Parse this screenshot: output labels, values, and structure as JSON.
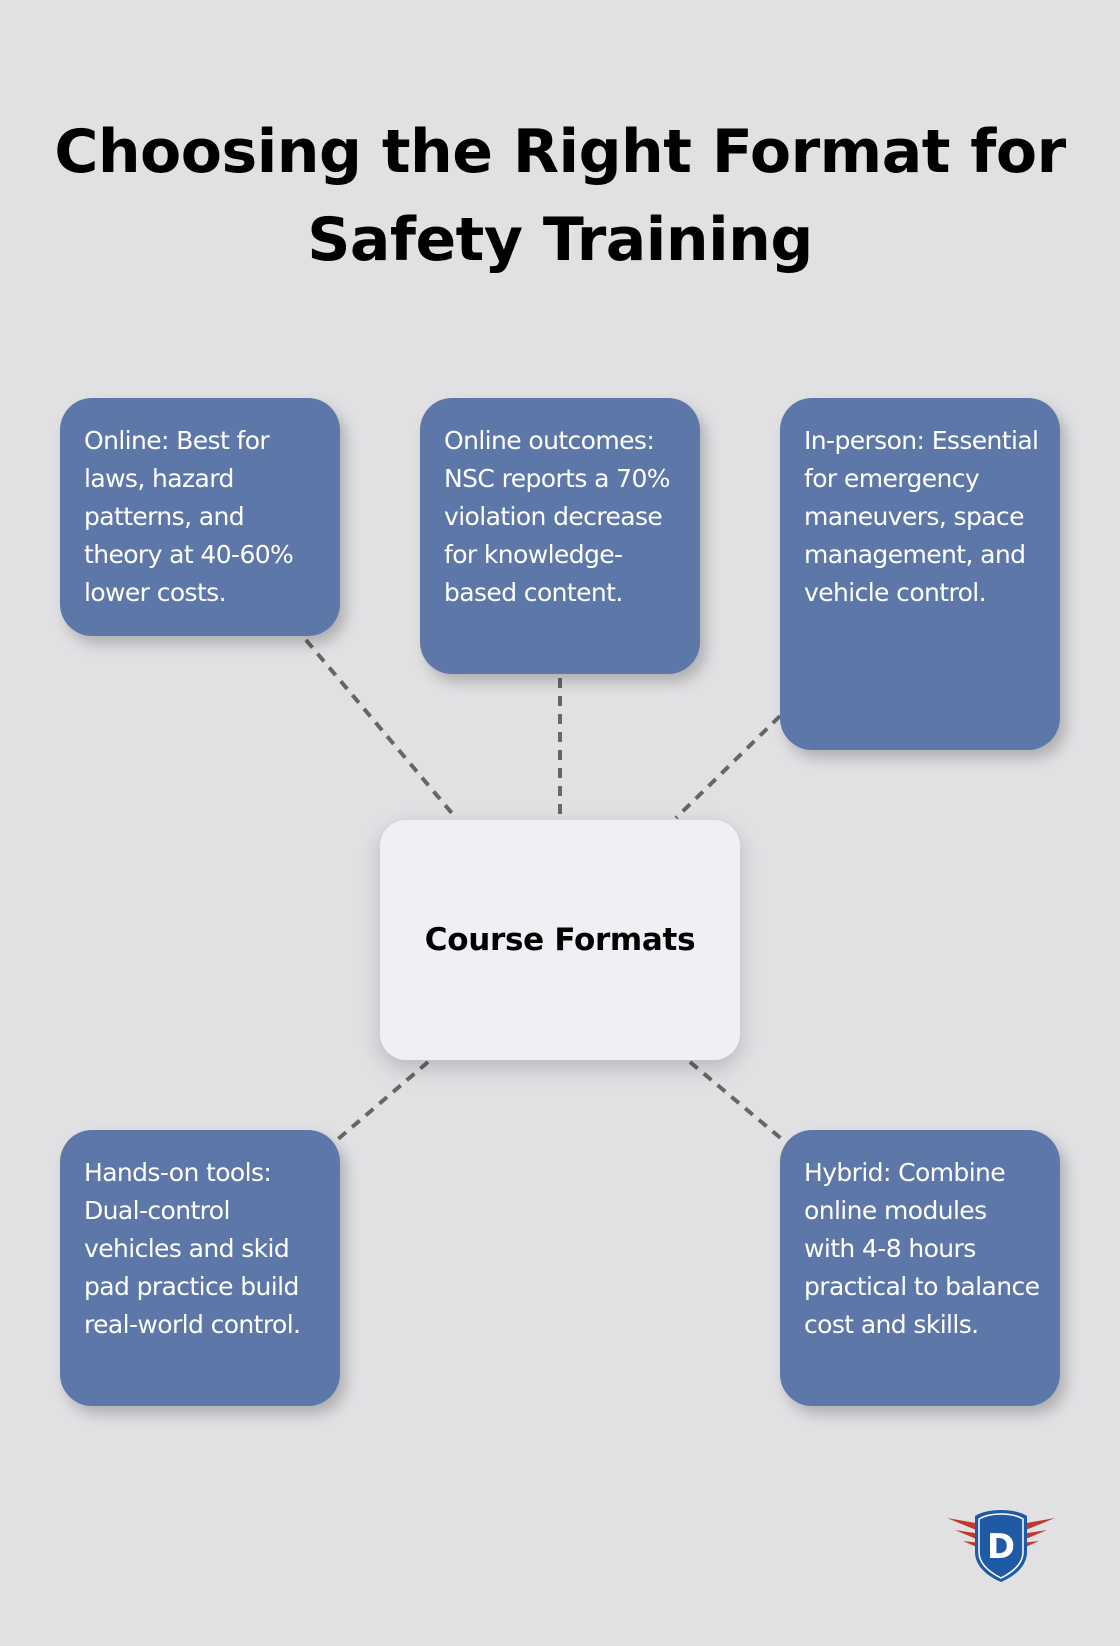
{
  "title": {
    "line1": "Choosing the Right Format for",
    "line2": "Safety Training"
  },
  "center": {
    "label": "Course Formats"
  },
  "cards": [
    {
      "id": "online",
      "text": "Online: Best for laws, hazard patterns, and theory at 40-60% lower costs."
    },
    {
      "id": "online-outcomes",
      "text": "Online outcomes: NSC reports a 70% violation decrease for knowledge-based content."
    },
    {
      "id": "in-person",
      "text": "In-person: Essential for emergency maneuvers, space management, and vehicle control."
    },
    {
      "id": "hands-on-tools",
      "text": "Hands-on tools: Dual-control vehicles and skid pad practice build real-world control."
    },
    {
      "id": "hybrid",
      "text": "Hybrid: Combine online modules with 4-8 hours practical to balance cost and skills."
    }
  ],
  "colors": {
    "background": "#e1e1e4",
    "card": "#5e77a9",
    "center": "#f0f0f4",
    "connector": "#666666",
    "logo_blue": "#1f5aa6",
    "logo_red": "#c0392b"
  },
  "logo": {
    "letter": "D"
  }
}
